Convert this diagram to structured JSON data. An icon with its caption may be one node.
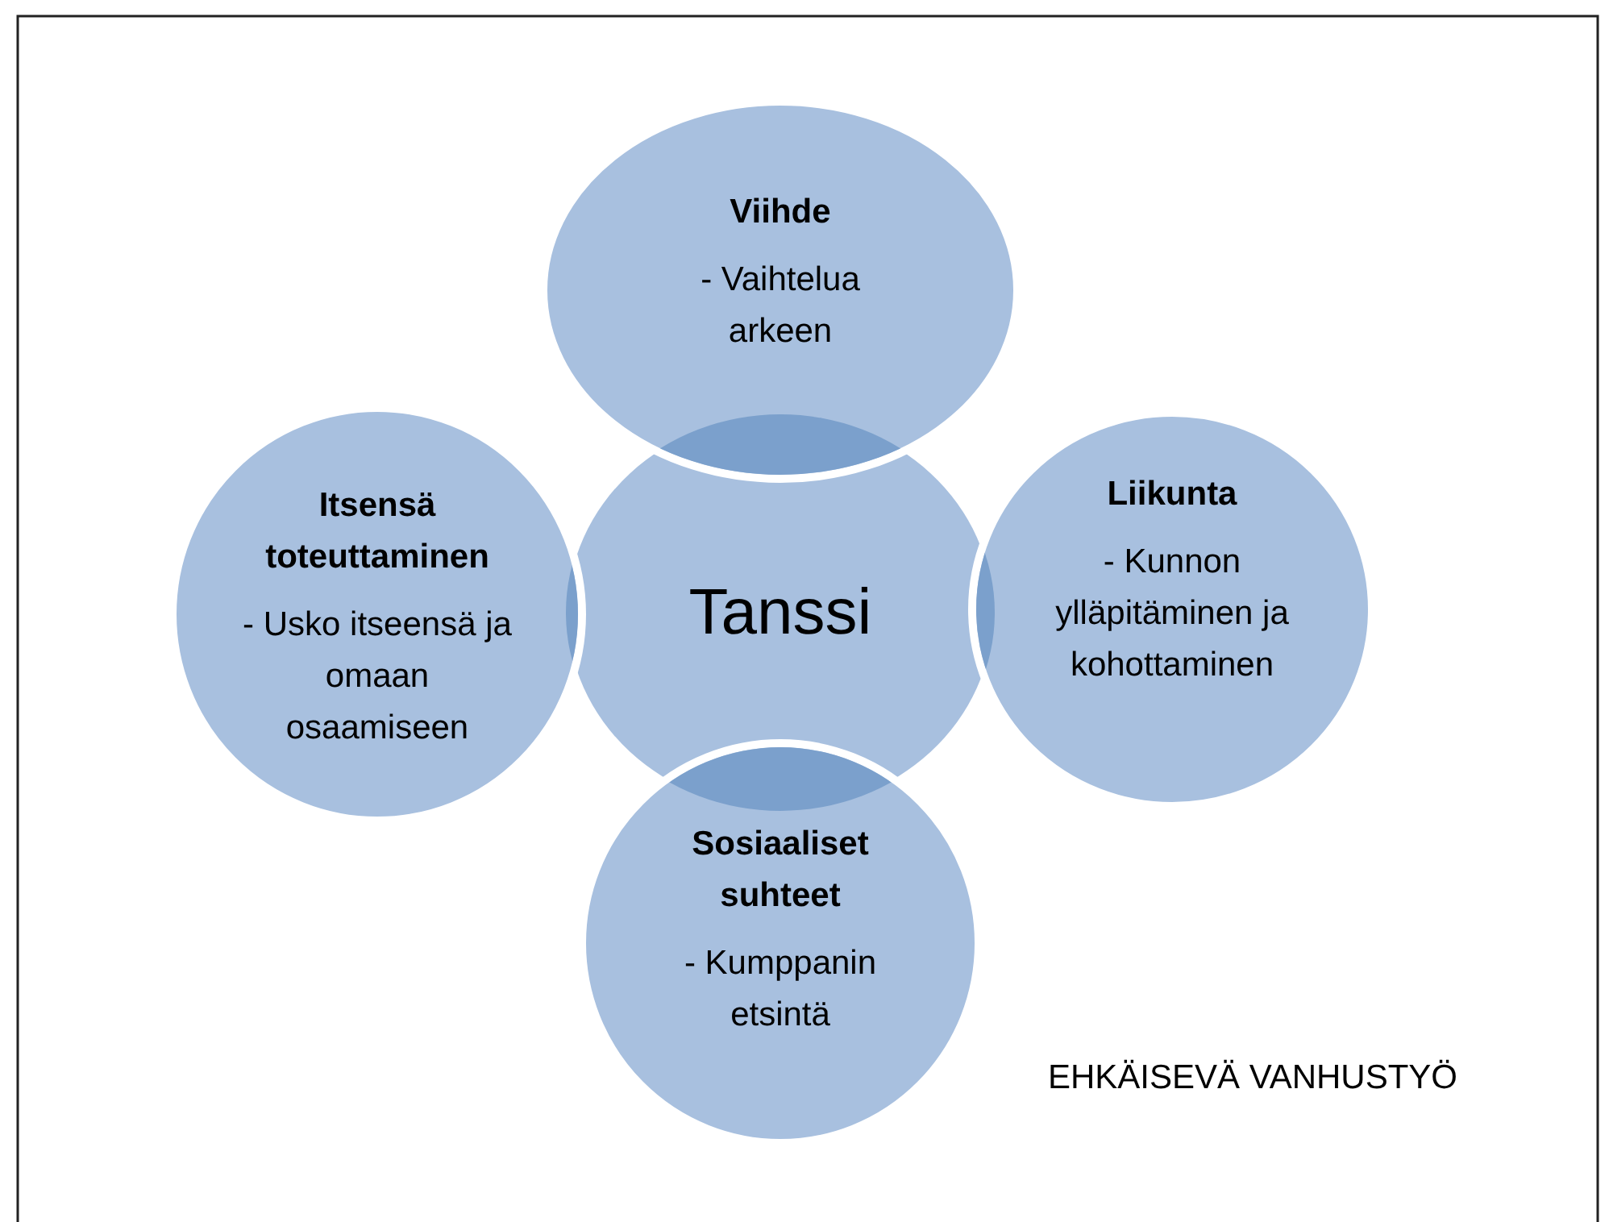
{
  "diagram": {
    "nodes": [
      {
        "text": [
          "Viihde",
          "- Vaihtelua arkeen"
        ]
      },
      {
        "text": [
          "Itsensä toteuttaminen",
          "- Usko itseensä ja omaan osaamiseen"
        ]
      },
      {
        "text": [
          "Tanssi"
        ]
      },
      {
        "text": [
          "Liikunta",
          "- Kunnon ylläpitäminen ja kohottaminen"
        ]
      },
      {
        "text": [
          "Sosiaaliset suhteet",
          "- Kumppanin etsintä"
        ]
      }
    ],
    "labels": [
      "EHKÄISEVÄ VANHUSTYÖ"
    ]
  }
}
